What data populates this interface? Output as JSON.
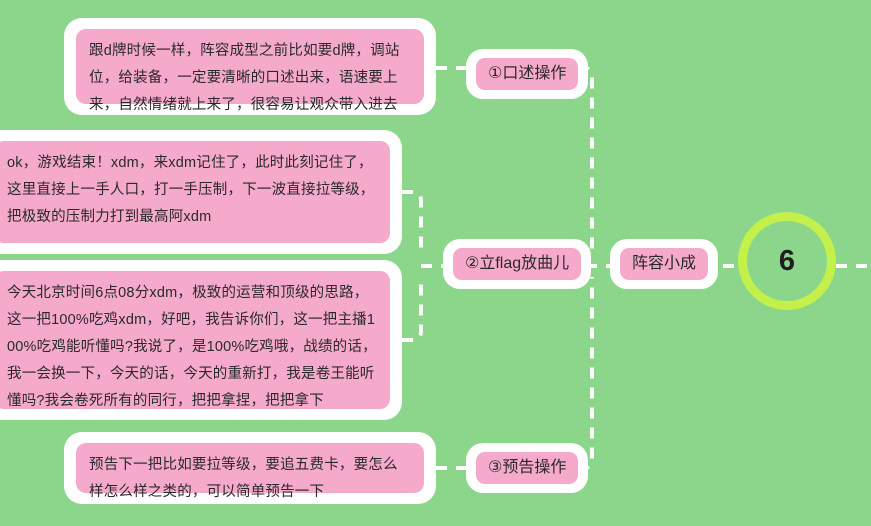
{
  "diagram": {
    "type": "mind-map",
    "background_color": "#8CD68C",
    "card_fill_color": "#F5A9CB",
    "card_shell_color": "#FFFFFF",
    "connector_color": "#FFFFFF",
    "connector_style": "dashed",
    "root_ring_color": "#C3F04B"
  },
  "root": {
    "label": "6"
  },
  "stage": {
    "label": "阵容小成"
  },
  "branches": [
    {
      "id": "branch-1",
      "label": "①口述操作"
    },
    {
      "id": "branch-2",
      "label": "②立flag放曲儿"
    },
    {
      "id": "branch-3",
      "label": "③预告操作"
    }
  ],
  "textboxes": [
    {
      "id": "textbox-1",
      "branch": "①口述操作",
      "text": "跟d牌时候一样，阵容成型之前比如要d牌，调站位，给装备，一定要清晰的口述出来，语速要上来，自然情绪就上来了，很容易让观众带入进去"
    },
    {
      "id": "textbox-2",
      "branch": "②立flag放曲儿",
      "text": "ok，游戏结束！xdm，来xdm记住了，此时此刻记住了，这里直接上一手人口，打一手压制，下一波直接拉等级，把极致的压制力打到最高阿xdm"
    },
    {
      "id": "textbox-3",
      "branch": "②立flag放曲儿",
      "text": "今天北京时间6点08分xdm，极致的运营和顶级的思路，这一把100%吃鸡xdm，好吧，我告诉你们，这一把主播100%吃鸡能听懂吗?我说了，是100%吃鸡哦，战绩的话，我一会换一下，今天的话，今天的重新打，我是卷王能听懂吗?我会卷死所有的同行，把把拿捏，把把拿下"
    },
    {
      "id": "textbox-4",
      "branch": "③预告操作",
      "text": "预告下一把比如要拉等级，要追五费卡，要怎么样怎么样之类的，可以简单预告一下"
    }
  ]
}
